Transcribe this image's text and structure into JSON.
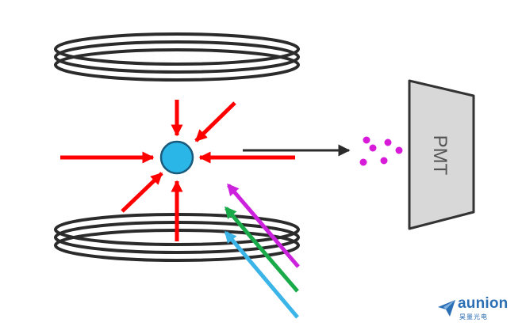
{
  "pmt_label": "PMT",
  "logo": {
    "brand": "aunion",
    "subtitle": "昊量光电"
  },
  "colors": {
    "coil_stroke": "#2b2b2b",
    "cooling_beam": "#ff0000",
    "ion": "#2bb6e8",
    "ion_outline": "#1a5a7a",
    "photon": "#d81bd8",
    "fluorescence_arrow": "#2b2b2b",
    "pmt_fill": "#d8d8d8",
    "pmt_stroke": "#333333",
    "laser_magenta": "#cc22dd",
    "laser_green": "#19aa4a",
    "laser_cyan": "#3bb4e8",
    "logo_blue": "#2b6fb5"
  },
  "icons": {
    "logo_mark": "paper-plane-icon"
  }
}
